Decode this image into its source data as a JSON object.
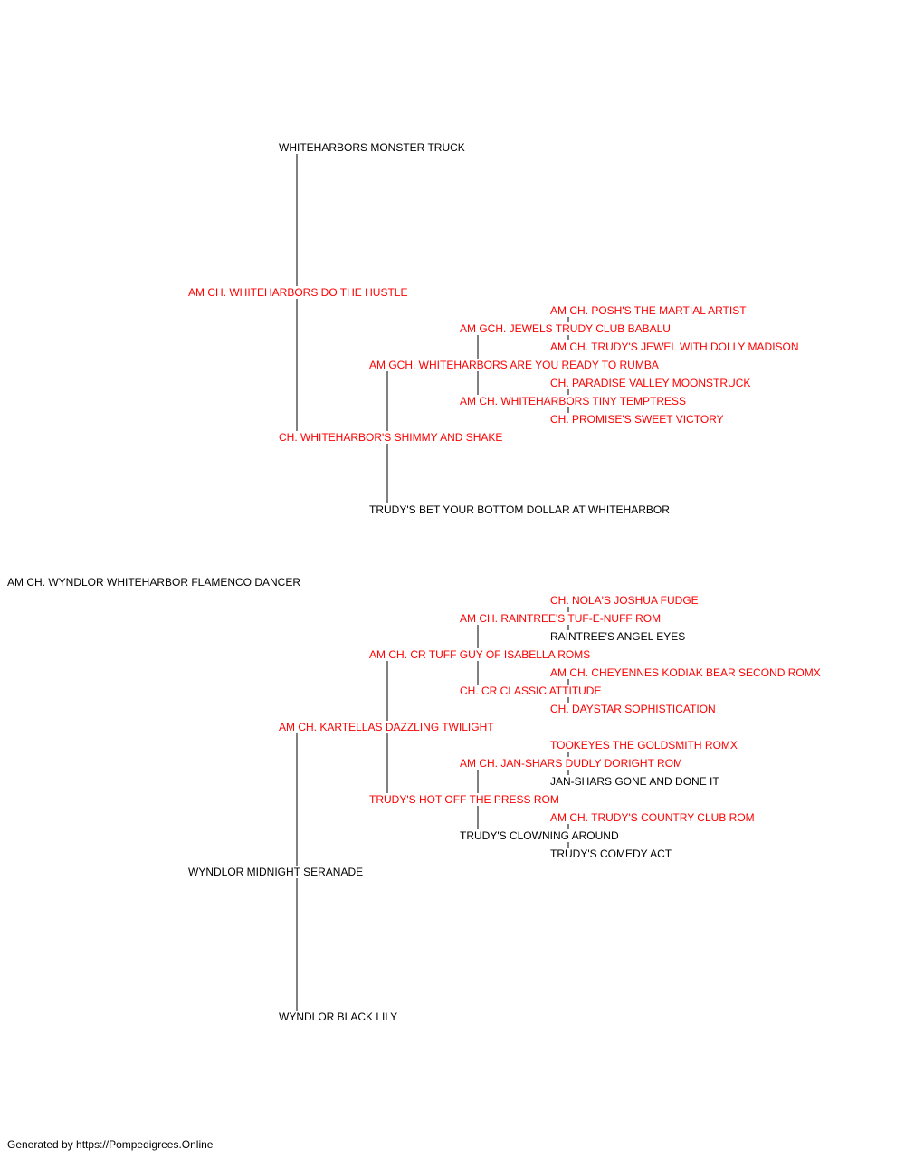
{
  "colors": {
    "titled": "#ff0000",
    "untitled": "#000000",
    "connector": "#000000"
  },
  "pedigree": {
    "subject": {
      "name": "AM CH. WYNDLOR WHITEHARBOR FLAMENCO DANCER",
      "titled": false
    },
    "sire": {
      "name": "AM CH. WHITEHARBORS DO THE HUSTLE",
      "titled": true,
      "sire": {
        "name": "WHITEHARBORS MONSTER TRUCK",
        "titled": false
      },
      "dam": {
        "name": "CH. WHITEHARBOR'S SHIMMY AND SHAKE",
        "titled": true,
        "sire": {
          "name": "AM GCH. WHITEHARBORS ARE YOU READY TO RUMBA",
          "titled": true,
          "sire": {
            "name": "AM GCH. JEWELS TRUDY CLUB BABALU",
            "titled": true,
            "sire": {
              "name": "AM CH. POSH'S THE MARTIAL ARTIST",
              "titled": true
            },
            "dam": {
              "name": "AM CH. TRUDY'S JEWEL WITH DOLLY MADISON",
              "titled": true
            }
          },
          "dam": {
            "name": "AM CH. WHITEHARBORS TINY TEMPTRESS",
            "titled": true,
            "sire": {
              "name": "CH. PARADISE VALLEY MOONSTRUCK",
              "titled": true
            },
            "dam": {
              "name": "CH. PROMISE'S SWEET VICTORY",
              "titled": true
            }
          }
        },
        "dam": {
          "name": "TRUDY'S BET YOUR BOTTOM DOLLAR AT WHITEHARBOR",
          "titled": false
        }
      }
    },
    "dam": {
      "name": "WYNDLOR MIDNIGHT SERANADE",
      "titled": false,
      "sire": {
        "name": "AM CH. KARTELLAS DAZZLING TWILIGHT",
        "titled": true,
        "sire": {
          "name": "AM CH. CR TUFF GUY OF ISABELLA ROMS",
          "titled": true,
          "sire": {
            "name": "AM CH. RAINTREE'S TUF-E-NUFF ROM",
            "titled": true,
            "sire": {
              "name": "CH. NOLA'S JOSHUA FUDGE",
              "titled": true
            },
            "dam": {
              "name": "RAINTREE'S ANGEL EYES",
              "titled": false
            }
          },
          "dam": {
            "name": "CH. CR CLASSIC ATTITUDE",
            "titled": true,
            "sire": {
              "name": "AM CH. CHEYENNES KODIAK BEAR SECOND ROMX",
              "titled": true
            },
            "dam": {
              "name": "CH. DAYSTAR SOPHISTICATION",
              "titled": true
            }
          }
        },
        "dam": {
          "name": "TRUDY'S HOT OFF THE PRESS ROM",
          "titled": true,
          "sire": {
            "name": "AM CH. JAN-SHARS DUDLY DORIGHT ROM",
            "titled": true,
            "sire": {
              "name": "TOOKEYES THE GOLDSMITH ROMX",
              "titled": true
            },
            "dam": {
              "name": "JAN-SHARS GONE AND DONE IT",
              "titled": false
            }
          },
          "dam": {
            "name": "TRUDY'S CLOWNING AROUND",
            "titled": false,
            "sire": {
              "name": "AM CH. TRUDY'S COUNTRY CLUB ROM",
              "titled": true
            },
            "dam": {
              "name": "TRUDY'S COMEDY ACT",
              "titled": false
            }
          }
        }
      },
      "dam": {
        "name": "WYNDLOR BLACK LILY",
        "titled": false
      }
    }
  },
  "footer": {
    "credit": "Generated by https://Pompedigrees.Online"
  }
}
